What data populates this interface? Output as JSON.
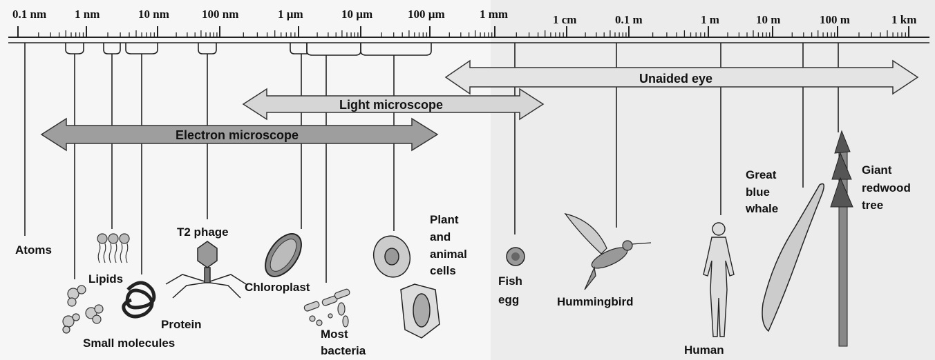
{
  "scale": {
    "ticks": [
      "0.1 nm",
      "1 nm",
      "10 nm",
      "100 nm",
      "1 µm",
      "10 µm",
      "100 µm",
      "1 mm",
      "1 cm",
      "0.1 m",
      "1 m",
      "10 m",
      "100 m",
      "1 km"
    ]
  },
  "ranges": {
    "unaided": "Unaided eye",
    "light": "Light microscope",
    "electron": "Electron microscope"
  },
  "items": {
    "atoms": "Atoms",
    "lipids": "Lipids",
    "small_molecules": "Small molecules",
    "protein": "Protein",
    "t2_phage": "T2 phage",
    "chloroplast": "Chloroplast",
    "most_bacteria": [
      "Most",
      "bacteria"
    ],
    "plant_animal_cells": [
      "Plant",
      "and",
      "animal",
      "cells"
    ],
    "fish_egg": [
      "Fish",
      "egg"
    ],
    "hummingbird": "Hummingbird",
    "human": "Human",
    "whale": [
      "Great",
      "blue",
      "whale"
    ],
    "redwood": [
      "Giant",
      "redwood",
      "tree"
    ]
  }
}
